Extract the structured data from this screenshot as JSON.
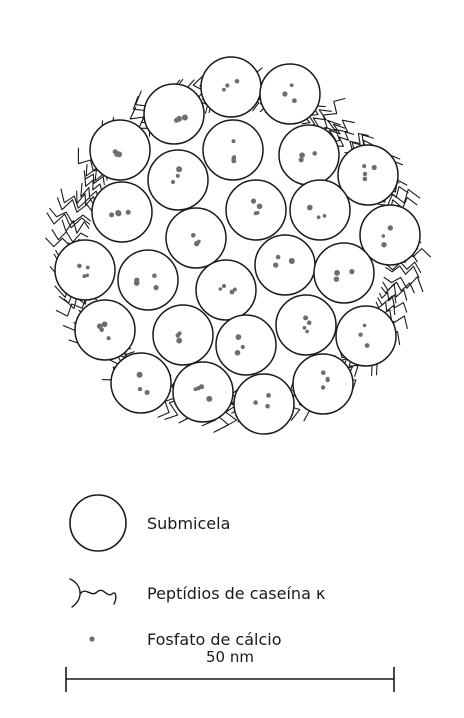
{
  "legend": {
    "submicelle": "Submicela",
    "kappa_casein": "Peptídios de caseína κ",
    "calcium_phosphate": "Fosfato de cálcio"
  },
  "scale_bar": {
    "label": "50 nm"
  },
  "colors": {
    "ink": "#1a1a1a",
    "dot": "#6e6e6e",
    "background": "#ffffff"
  }
}
